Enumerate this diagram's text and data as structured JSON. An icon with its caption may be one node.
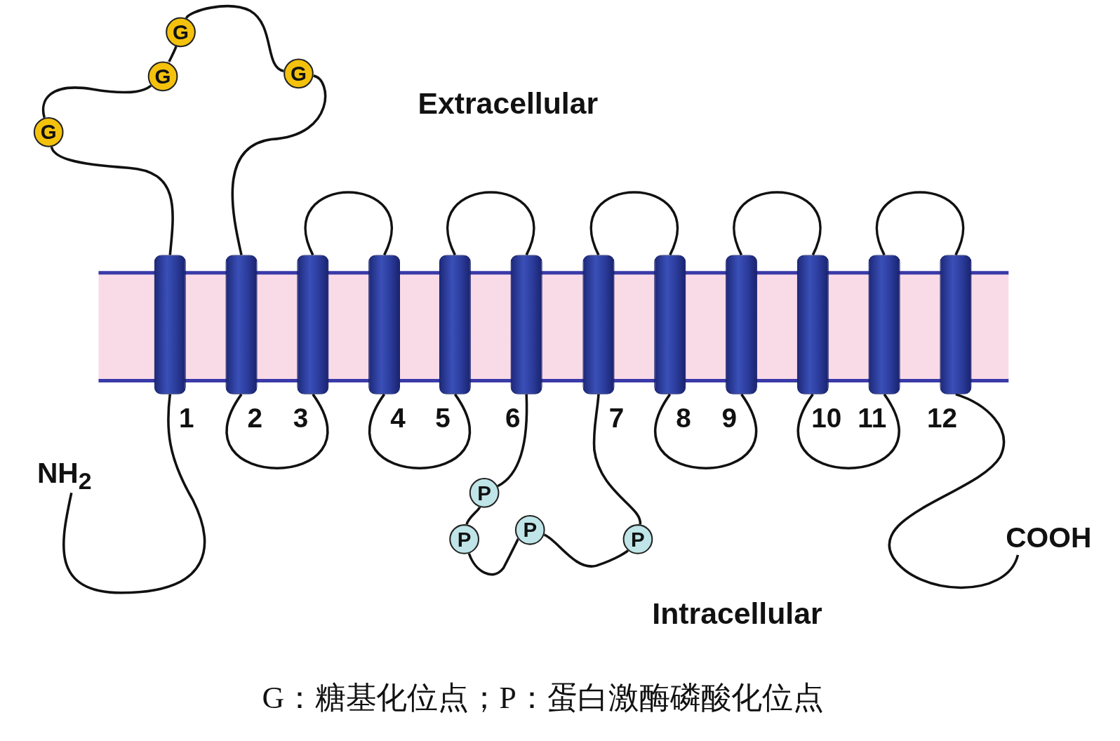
{
  "diagram": {
    "caption": "G：糖基化位点；P：蛋白激酶磷酸化位点",
    "nodes": [
      {
        "text": [
          "G"
        ]
      },
      {
        "text": [
          "G"
        ]
      },
      {
        "text": [
          "G"
        ]
      },
      {
        "text": [
          "G"
        ]
      },
      {
        "text": [
          "1"
        ]
      },
      {
        "text": [
          "2"
        ]
      },
      {
        "text": [
          "3"
        ]
      },
      {
        "text": [
          "4"
        ]
      },
      {
        "text": [
          "5"
        ]
      },
      {
        "text": [
          "6"
        ]
      },
      {
        "text": [
          "7"
        ]
      },
      {
        "text": [
          "8"
        ]
      },
      {
        "text": [
          "9"
        ]
      },
      {
        "text": [
          "10"
        ]
      },
      {
        "text": [
          "11"
        ]
      },
      {
        "text": [
          "12"
        ]
      },
      {
        "text": [
          "NH$_{2}$"
        ]
      },
      {
        "text": [
          "P"
        ]
      },
      {
        "text": [
          "P"
        ]
      },
      {
        "text": [
          "P"
        ]
      },
      {
        "text": [
          "P"
        ]
      },
      {
        "text": [
          "COOH"
        ]
      }
    ],
    "edges": [
      {
        "from": 16,
        "to": 4,
        "arrow": "none"
      },
      {
        "from": 4,
        "to": 0,
        "arrow": "none"
      },
      {
        "from": 0,
        "to": 1,
        "arrow": "none"
      },
      {
        "from": 1,
        "to": 2,
        "arrow": "none"
      },
      {
        "from": 2,
        "to": 3,
        "arrow": "none"
      },
      {
        "from": 3,
        "to": 5,
        "arrow": "none"
      },
      {
        "from": 5,
        "to": 6,
        "arrow": "none"
      },
      {
        "from": 6,
        "to": 7,
        "arrow": "none"
      },
      {
        "from": 7,
        "to": 8,
        "arrow": "none"
      },
      {
        "from": 8,
        "to": 9,
        "arrow": "none"
      },
      {
        "from": 9,
        "to": 17,
        "arrow": "none"
      },
      {
        "from": 17,
        "to": 18,
        "arrow": "none"
      },
      {
        "from": 18,
        "to": 19,
        "arrow": "none"
      },
      {
        "from": 19,
        "to": 20,
        "arrow": "none"
      },
      {
        "from": 20,
        "to": 10,
        "arrow": "none"
      },
      {
        "from": 10,
        "to": 11,
        "arrow": "none"
      },
      {
        "from": 11,
        "to": 12,
        "arrow": "none"
      },
      {
        "from": 12,
        "to": 13,
        "arrow": "none"
      },
      {
        "from": 13,
        "to": 14,
        "arrow": "none"
      },
      {
        "from": 14,
        "to": 15,
        "arrow": "none"
      },
      {
        "from": 15,
        "to": 21,
        "arrow": "none"
      }
    ],
    "labels": [
      "Extracellular",
      "Intracellular"
    ]
  }
}
